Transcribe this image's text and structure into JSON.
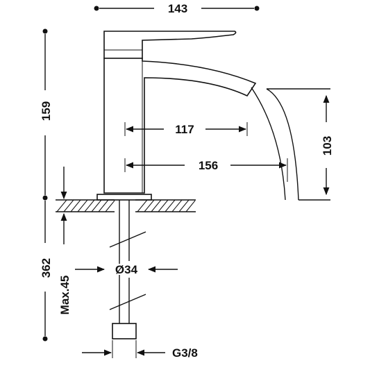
{
  "diagram": {
    "dimensions": {
      "width_top": "143",
      "total_height": "159",
      "spout_reach": "117",
      "flow_reach": "156",
      "spout_height": "103",
      "hose_length": "362",
      "max_thickness": "Max.45",
      "hole_diameter": "Ø34",
      "connection": "G3/8"
    },
    "colors": {
      "line": "#111111",
      "background": "#ffffff"
    }
  }
}
